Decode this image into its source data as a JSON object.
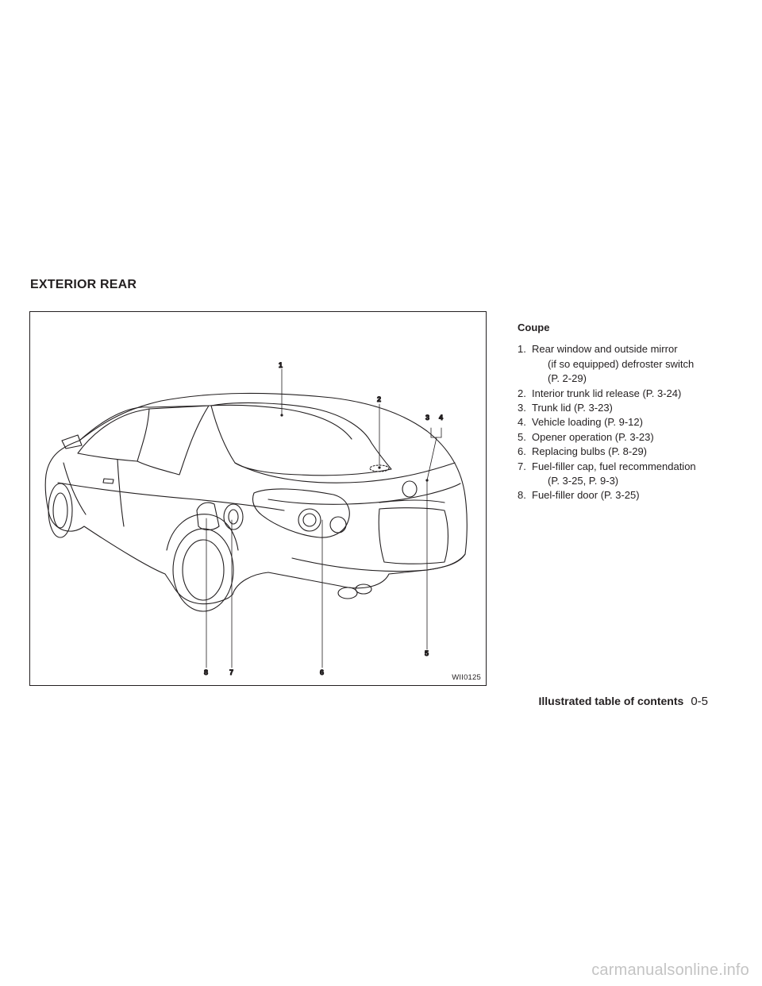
{
  "section": {
    "title": "EXTERIOR REAR"
  },
  "figure": {
    "code": "WII0125",
    "callouts": [
      "1",
      "2",
      "3",
      "4",
      "5",
      "6",
      "7",
      "8"
    ]
  },
  "legend": {
    "heading": "Coupe",
    "items": [
      {
        "num": "1.",
        "lines": [
          "Rear window and outside mirror",
          "(if so equipped) defroster switch",
          "(P. 2-29)"
        ]
      },
      {
        "num": "2.",
        "lines": [
          "Interior trunk lid release (P. 3-24)"
        ]
      },
      {
        "num": "3.",
        "lines": [
          "Trunk lid (P. 3-23)"
        ]
      },
      {
        "num": "4.",
        "lines": [
          "Vehicle loading (P. 9-12)"
        ]
      },
      {
        "num": "5.",
        "lines": [
          "Opener operation (P. 3-23)"
        ]
      },
      {
        "num": "6.",
        "lines": [
          "Replacing bulbs (P. 8-29)"
        ]
      },
      {
        "num": "7.",
        "lines": [
          "Fuel-filler cap, fuel recommendation",
          "(P. 3-25, P. 9-3)"
        ]
      },
      {
        "num": "8.",
        "lines": [
          "Fuel-filler door (P. 3-25)"
        ]
      }
    ]
  },
  "footer": {
    "title": "Illustrated table of contents",
    "page": "0-5"
  },
  "watermark": "carmanualsonline.info"
}
